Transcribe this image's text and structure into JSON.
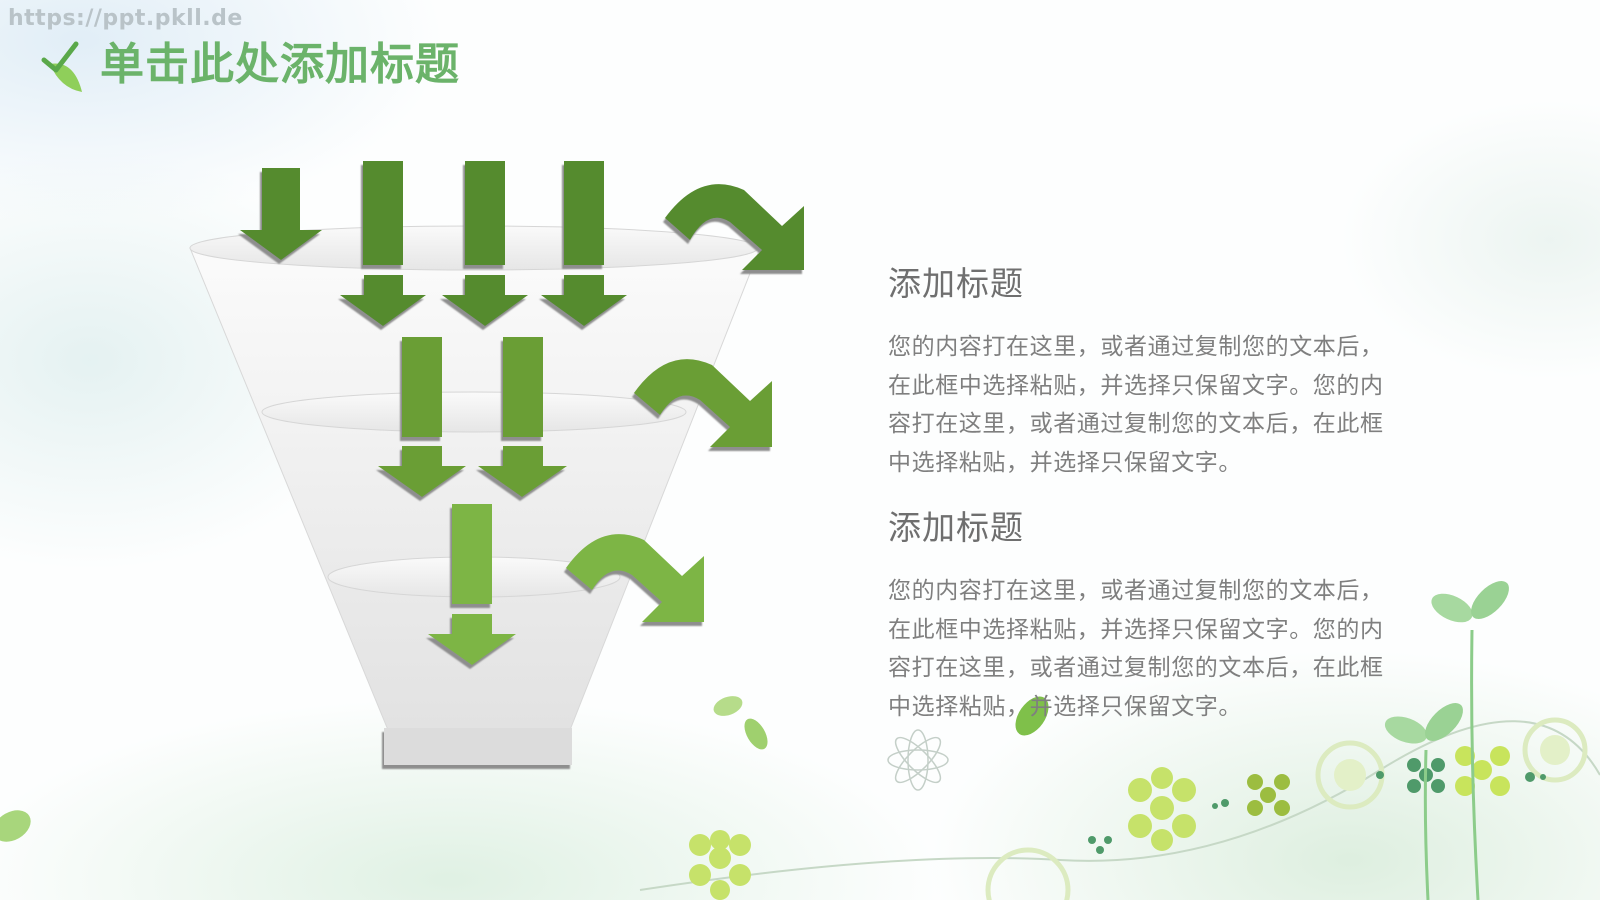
{
  "watermark": {
    "text": "https://ppt.pkll.de"
  },
  "header": {
    "title": "单击此处添加标题",
    "icon": "leaf-check-icon"
  },
  "colors": {
    "title_green": "#6bb36a",
    "arrow_dark": "#548b2d",
    "arrow_mid": "#6a9e36",
    "arrow_light": "#7db545",
    "funnel_fill": "#f2f2f2",
    "text_gray": "#7f7f7f"
  },
  "diagram": {
    "type": "funnel",
    "levels": [
      {
        "level": 1,
        "input_arrows": 4,
        "output": "curved-arrow-right",
        "color": "#548b2d"
      },
      {
        "level": 2,
        "input_arrows": 2,
        "output": "curved-arrow-right",
        "color": "#6a9e36"
      },
      {
        "level": 3,
        "input_arrows": 1,
        "output": "curved-arrow-right",
        "color": "#7db545"
      }
    ]
  },
  "sections": [
    {
      "heading": "添加标题",
      "body": "您的内容打在这里，或者通过复制您的文本后，在此框中选择粘贴，并选择只保留文字。您的内容打在这里，或者通过复制您的文本后，在此框中选择粘贴，并选择只保留文字。"
    },
    {
      "heading": "添加标题",
      "body": "您的内容打在这里，或者通过复制您的文本后，在此框中选择粘贴，并选择只保留文字。您的内容打在这里，或者通过复制您的文本后，在此框中选择粘贴，并选择只保留文字。"
    }
  ]
}
